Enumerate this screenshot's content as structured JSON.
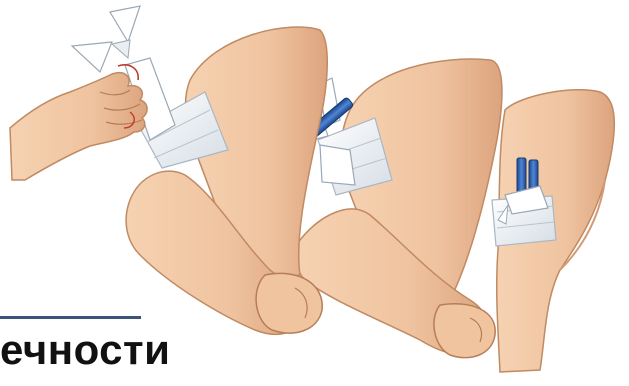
{
  "caption": {
    "text": "ечности"
  },
  "colors": {
    "skin": "#efc39f",
    "skin_shadow": "#d9a47c",
    "skin_outline": "#b57d58",
    "bandage": "#f4f6f8",
    "bandage_shadow": "#c9d3dc",
    "stick": "#2f5fa8",
    "rule": "#3b5478",
    "caption": "#111111"
  },
  "illustration": {
    "steps": [
      {
        "name": "arm-step-1",
        "stick_icon": "knot-icon"
      },
      {
        "name": "arm-step-2",
        "stick_icon": "stick-icon"
      },
      {
        "name": "arm-step-3",
        "stick_icon": "stick-icon"
      }
    ]
  }
}
